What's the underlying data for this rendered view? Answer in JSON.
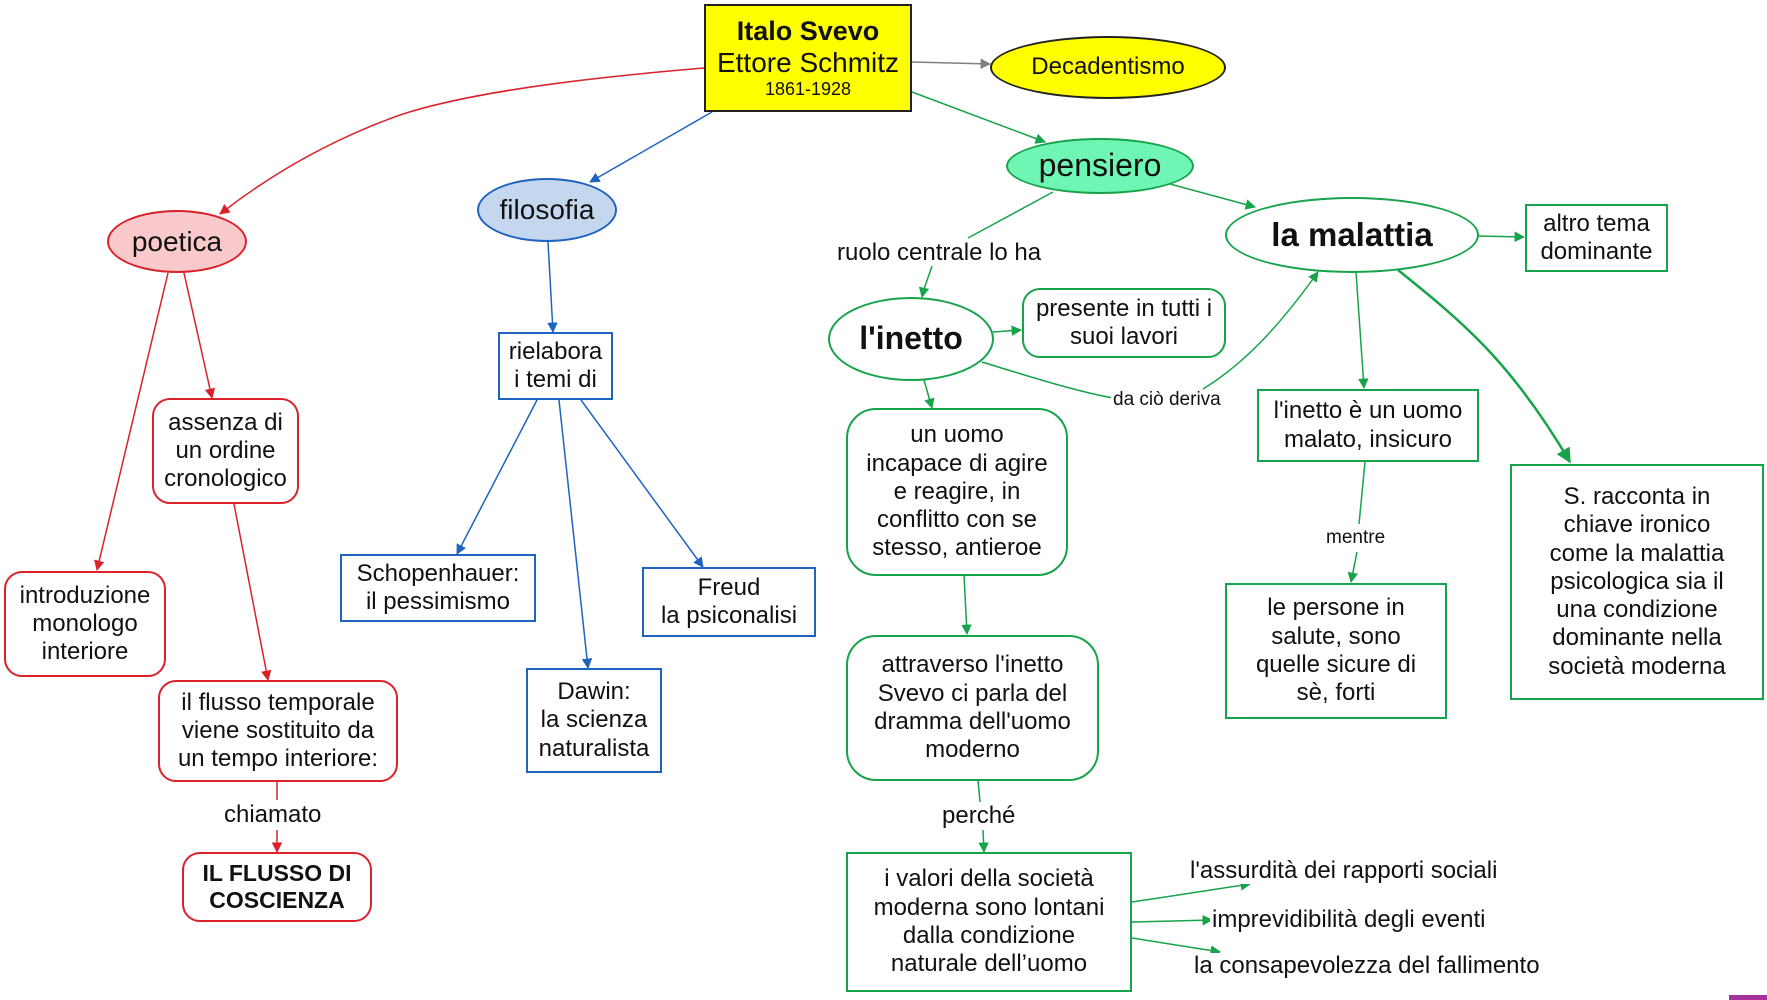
{
  "colors": {
    "root_fill": "#ffff00",
    "poetica": "#d9222a",
    "poetica_fill": "#f9c9cc",
    "filosofia": "#1f63c0",
    "filosofia_fill": "#c5d7ee",
    "pensiero": "#17a34a",
    "pensiero_fill": "#6ff5b4",
    "decadentismo_fill": "#ffff00"
  },
  "root": {
    "name": "Italo Svevo",
    "real_name": "Ettore Schmitz",
    "years": "1861-1928"
  },
  "decadentismo": "Decadentismo",
  "poetica": {
    "title": "poetica",
    "assenza": "assenza di\nun ordine\ncronologico",
    "introduzione": "introduzione\nmonologo\ninteriore",
    "flusso_temporale": "il flusso temporale\nviene sostituito da\nun tempo interiore:",
    "link_chiamato": "chiamato",
    "flusso_coscienza": "IL FLUSSO DI\nCOSCIENZA"
  },
  "filosofia": {
    "title": "filosofia",
    "rielabora": "rielabora\ni temi di",
    "schopenhauer": "Schopenhauer:\nil pessimismo",
    "dawin": "Dawin:\nla scienza\nnaturalista",
    "freud": "Freud\nla psiconalisi"
  },
  "pensiero": {
    "title": "pensiero",
    "link_ruolo": "ruolo centrale lo ha",
    "inetto": "l'inetto",
    "presente": "presente in tutti i\nsuoi lavori",
    "link_deriva": "da ciò deriva",
    "uomo_incapace": "un uomo\nincapace di agire\ne reagire, in\nconflitto con se\nstesso, antieroe",
    "attraverso": "attraverso l'inetto\nSvevo ci parla del\ndramma dell'uomo\nmoderno",
    "link_perche": "perché",
    "valori": "i valori della società\nmoderna sono lontani\ndalla condizione\nnaturale dell’uomo",
    "outcomes": [
      "l'assurdità dei rapporti sociali",
      "imprevidibilità degli eventi",
      "la consapevolezza del fallimento"
    ],
    "malattia": "la malattia",
    "altro_tema": "altro tema\ndominante",
    "inetto_malato": "l'inetto è un uomo\nmalato, insicuro",
    "link_mentre": "mentre",
    "persone_salute": "le persone in\nsalute, sono\nquelle sicure di\nsè, forti",
    "racconta": "S. racconta in\nchiave ironico\ncome la malattia\npsicologica sia il\nuna condizione\ndominante nella\nsocietà moderna"
  }
}
